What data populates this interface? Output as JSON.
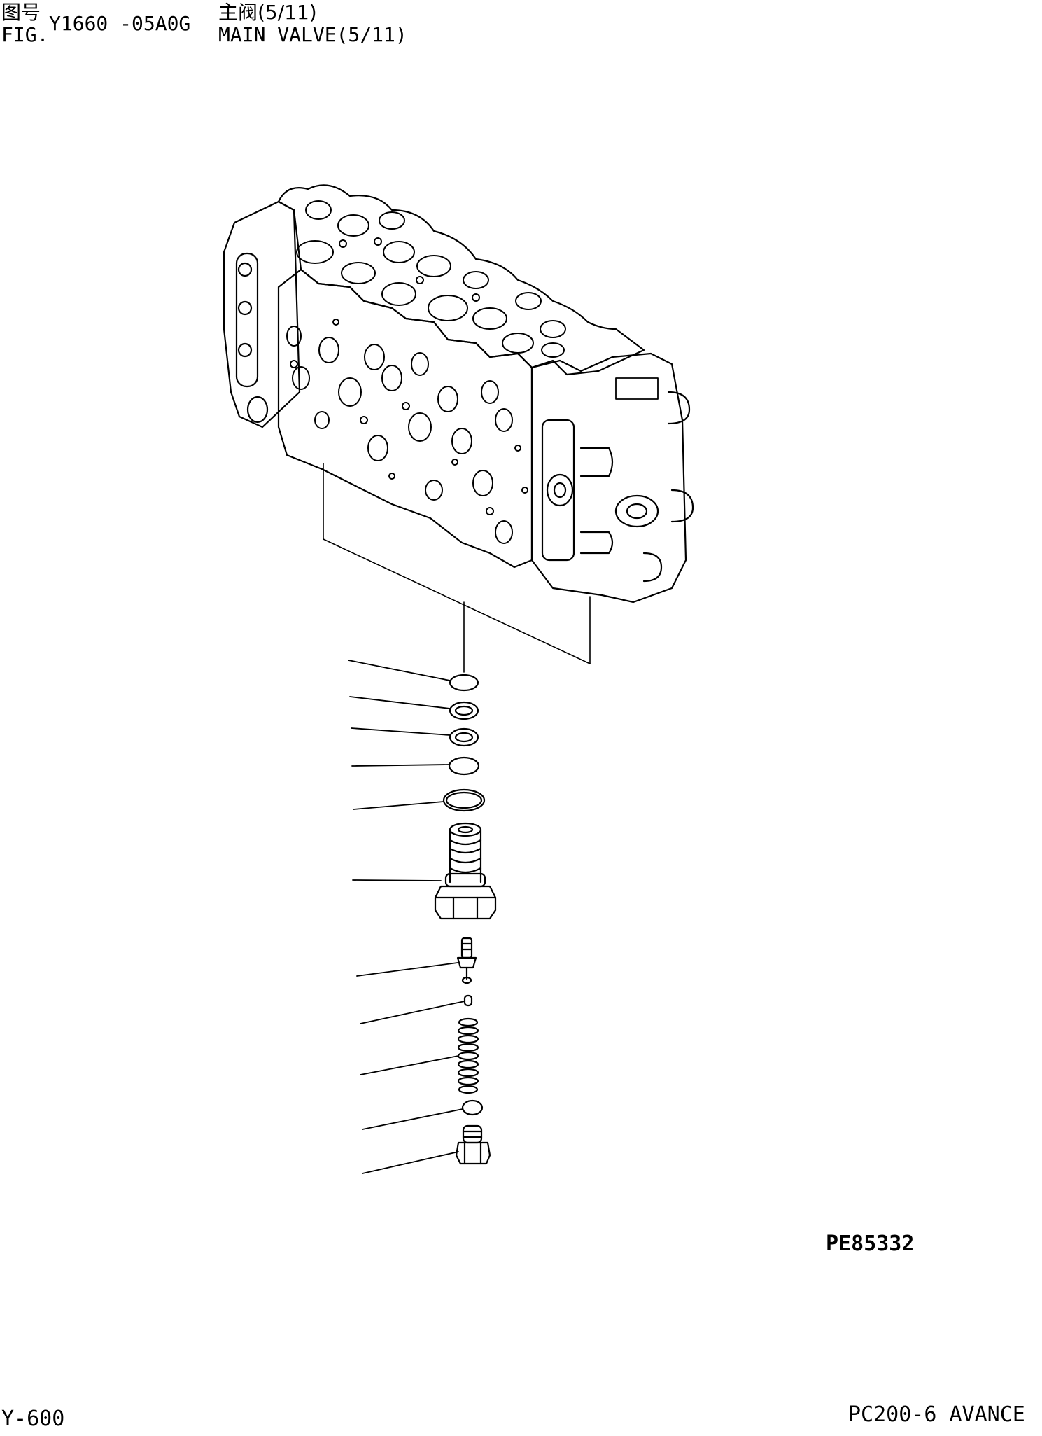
{
  "header": {
    "cn_label": "图号",
    "fig_label": "FIG.",
    "fig_number": "Y1660 -05A0G",
    "cn_title": "主阀(5/11)",
    "en_title": "MAIN VALVE(5/11)"
  },
  "drawing_code": "PE85332",
  "footer": {
    "page_number": "Y-600",
    "model": "PC200-6 AVANCE"
  },
  "colors": {
    "ink": "#000000",
    "paper": "#ffffff"
  }
}
